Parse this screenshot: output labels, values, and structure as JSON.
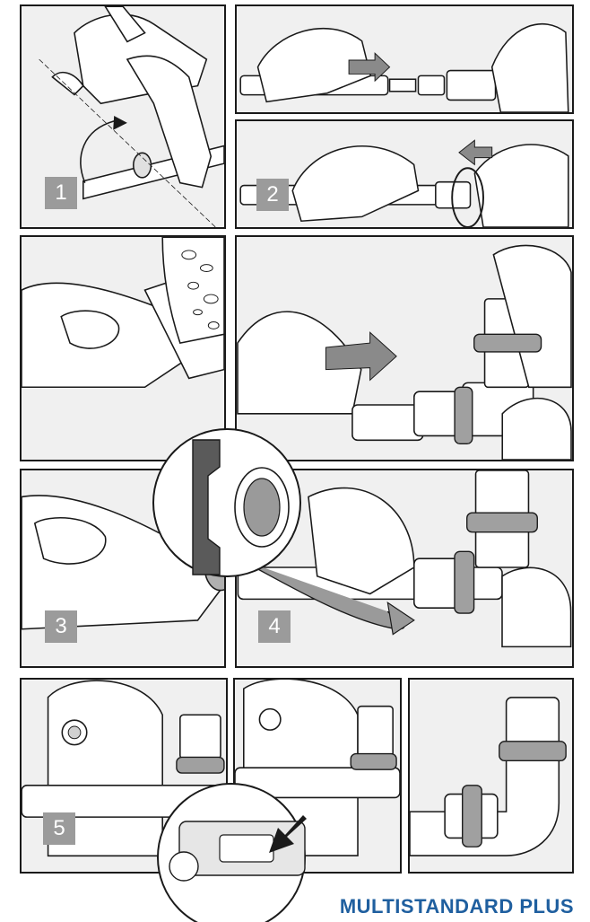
{
  "steps": {
    "s1": "1",
    "s2": "2",
    "s3": "3",
    "s4": "4",
    "s5": "5"
  },
  "brand": {
    "title": "MULTISTANDARD PLUS",
    "color": "#1f5f9f"
  },
  "colors": {
    "panel_bg": "#f0f0f0",
    "outline": "#1a1a1a",
    "step_badge": "#9b9b9b",
    "arrow_fill": "#8a8a8a",
    "ring_fill": "#a0a0a0"
  },
  "icons": {
    "direction_arrow": "right-arrow-icon",
    "reverse_arrow": "left-arrow-icon",
    "rotate_arrow": "rotate-arrow-icon",
    "press_arrow": "press-arrow-icon"
  }
}
